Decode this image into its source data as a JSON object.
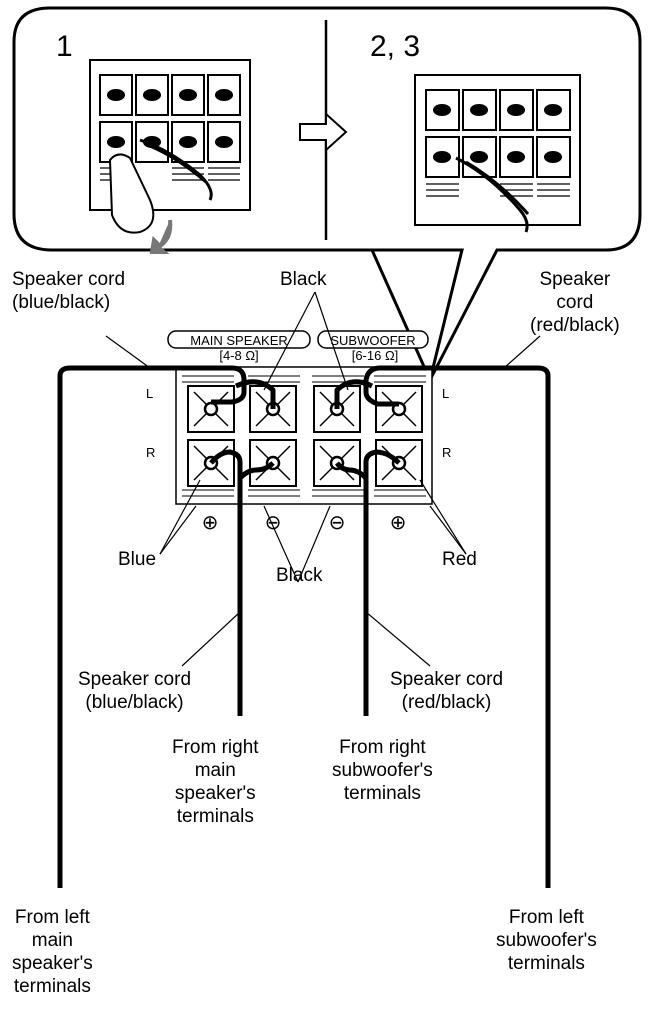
{
  "steps": {
    "step1": "1",
    "step23": "2, 3"
  },
  "panel": {
    "main_speaker": "MAIN SPEAKER",
    "main_impedance": "[4-8 Ω]",
    "subwoofer": "SUBWOOFER",
    "sub_impedance": "[6-16 Ω]",
    "left_ch_left": "L",
    "right_ch_left": "R",
    "left_ch_right": "L",
    "right_ch_right": "R",
    "plus_1": "⊕",
    "minus_1": "⊖",
    "minus_2": "⊖",
    "plus_2": "⊕"
  },
  "labels": {
    "cord_blue_black_top": [
      "Speaker cord",
      "(blue/black)"
    ],
    "black_top": "Black",
    "cord_red_black_top": [
      "Speaker",
      "cord",
      "(red/black)"
    ],
    "blue": "Blue",
    "black_bottom": "Black",
    "red": "Red",
    "cord_blue_black_bottom": [
      "Speaker cord",
      "(blue/black)"
    ],
    "cord_red_black_bottom": [
      "Speaker cord",
      "(red/black)"
    ],
    "from_right_main": [
      "From right",
      "main",
      "speaker's",
      "terminals"
    ],
    "from_right_sub": [
      "From right",
      "subwoofer's",
      "terminals"
    ],
    "from_left_main": [
      "From left",
      "main",
      "speaker's",
      "terminals"
    ],
    "from_left_sub": [
      "From left",
      "subwoofer's",
      "terminals"
    ]
  },
  "icons": [
    "arrow-right-icon",
    "finger-press-icon",
    "press-down-arrow-icon"
  ]
}
